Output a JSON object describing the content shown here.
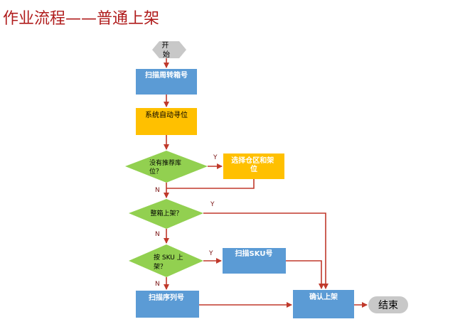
{
  "title": "作业流程——普通上架",
  "nodes": {
    "start": "开\n始",
    "scan_box": "扫描周转箱号",
    "auto_find": "系统自动寻位",
    "no_recommend": "没有推荐库\n位？",
    "select_area": "选择仓区和架\n位",
    "whole_box": "整箱上架？",
    "by_sku": "按 SKU 上\n架？",
    "scan_sku": "扫描SKU号",
    "scan_serial": "扫描序列号",
    "confirm": "确认上架",
    "end": "结束"
  },
  "labels": {
    "y1": "Y",
    "n1": "N",
    "y2": "Y",
    "n2": "N",
    "y3": "Y",
    "n3": "N"
  },
  "colors": {
    "title": "#b01c1c",
    "blue_box": "#5b9bd5",
    "yellow_box": "#ffc000",
    "green_diamond": "#92d050",
    "gray_terminal": "#c8c8c8",
    "arrow": "#c0392b"
  }
}
